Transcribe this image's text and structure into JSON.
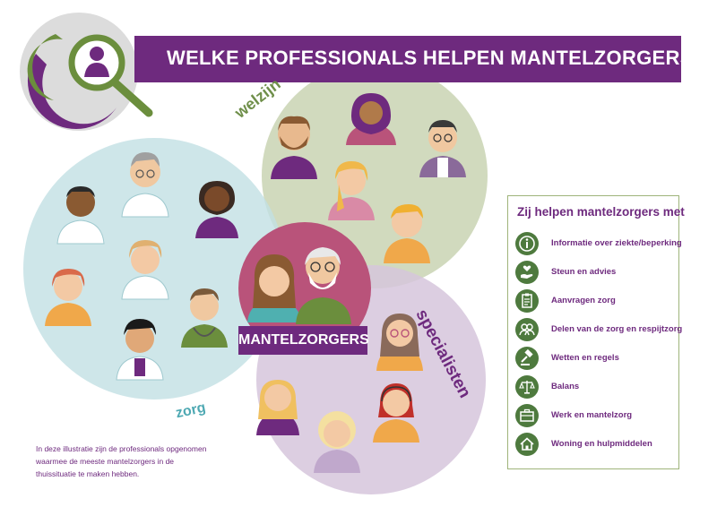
{
  "title": "WELKE PROFESSIONALS HELPEN MANTELZORGERS?",
  "circles": {
    "welzijn": "welzijn",
    "zorg": "zorg",
    "specialisten": "specialisten"
  },
  "center_label": "MANTELZORGERS",
  "footnote": "In deze illustratie zijn de professionals opgenomen waarmee de meeste mantelzorgers in de thuissituatie te maken hebben.",
  "legend": {
    "title": "Zij helpen mantelzorgers met",
    "items": [
      {
        "label": "Informatie over ziekte/beperking",
        "icon": "info-icon"
      },
      {
        "label": "Steun en advies",
        "icon": "hand-heart-icon"
      },
      {
        "label": "Aanvragen zorg",
        "icon": "clipboard-icon"
      },
      {
        "label": "Delen van de zorg en respijtzorg",
        "icon": "people-icon"
      },
      {
        "label": "Wetten en regels",
        "icon": "gavel-icon"
      },
      {
        "label": "Balans",
        "icon": "scale-icon"
      },
      {
        "label": "Werk en mantelzorg",
        "icon": "briefcase-icon"
      },
      {
        "label": "Woning en hulpmiddelen",
        "icon": "house-icon"
      }
    ]
  },
  "colors": {
    "purple": "#6e2a7e",
    "green": "#4e7a3e",
    "welzijn_circle": "#c9d3b3",
    "zorg_circle": "#c2e0e3",
    "specialisten_circle": "#d6c6dc",
    "mantelzorgers_circle": "#b9537a"
  }
}
